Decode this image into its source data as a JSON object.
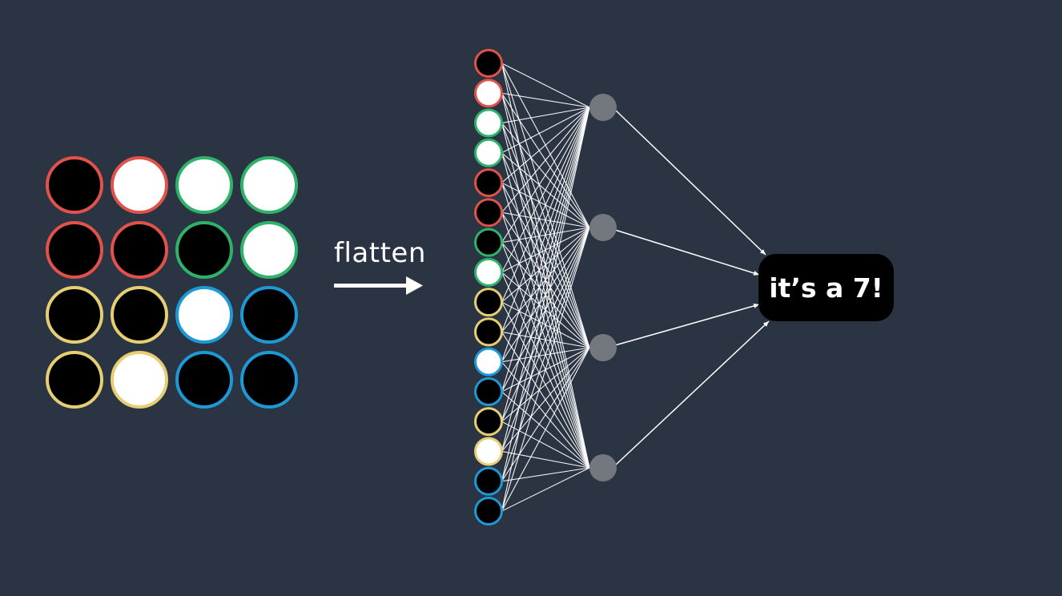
{
  "label_flatten": "flatten",
  "output_text": "it’s a 7!",
  "colors": {
    "background": "#2a3442",
    "red": "#e0524a",
    "green": "#2fb36a",
    "yellow": "#e6cf73",
    "blue": "#1d9ad6",
    "hidden_node": "#73777e",
    "pixel_on": "#ffffff",
    "pixel_off": "#000000",
    "connection": "#ffffff"
  },
  "grid": [
    [
      {
        "color": "red",
        "value": 0
      },
      {
        "color": "red",
        "value": 1
      },
      {
        "color": "green",
        "value": 1
      },
      {
        "color": "green",
        "value": 1
      }
    ],
    [
      {
        "color": "red",
        "value": 0
      },
      {
        "color": "red",
        "value": 0
      },
      {
        "color": "green",
        "value": 0
      },
      {
        "color": "green",
        "value": 1
      }
    ],
    [
      {
        "color": "yellow",
        "value": 0
      },
      {
        "color": "yellow",
        "value": 0
      },
      {
        "color": "blue",
        "value": 1
      },
      {
        "color": "blue",
        "value": 0
      }
    ],
    [
      {
        "color": "yellow",
        "value": 0
      },
      {
        "color": "yellow",
        "value": 1
      },
      {
        "color": "blue",
        "value": 0
      },
      {
        "color": "blue",
        "value": 0
      }
    ]
  ],
  "flattened": [
    {
      "color": "red",
      "value": 0
    },
    {
      "color": "red",
      "value": 1
    },
    {
      "color": "green",
      "value": 1
    },
    {
      "color": "green",
      "value": 1
    },
    {
      "color": "red",
      "value": 0
    },
    {
      "color": "red",
      "value": 0
    },
    {
      "color": "green",
      "value": 0
    },
    {
      "color": "green",
      "value": 1
    },
    {
      "color": "yellow",
      "value": 0
    },
    {
      "color": "yellow",
      "value": 0
    },
    {
      "color": "blue",
      "value": 1
    },
    {
      "color": "blue",
      "value": 0
    },
    {
      "color": "yellow",
      "value": 0
    },
    {
      "color": "yellow",
      "value": 1
    },
    {
      "color": "blue",
      "value": 0
    },
    {
      "color": "blue",
      "value": 0
    }
  ],
  "hidden_layer_count": 4
}
